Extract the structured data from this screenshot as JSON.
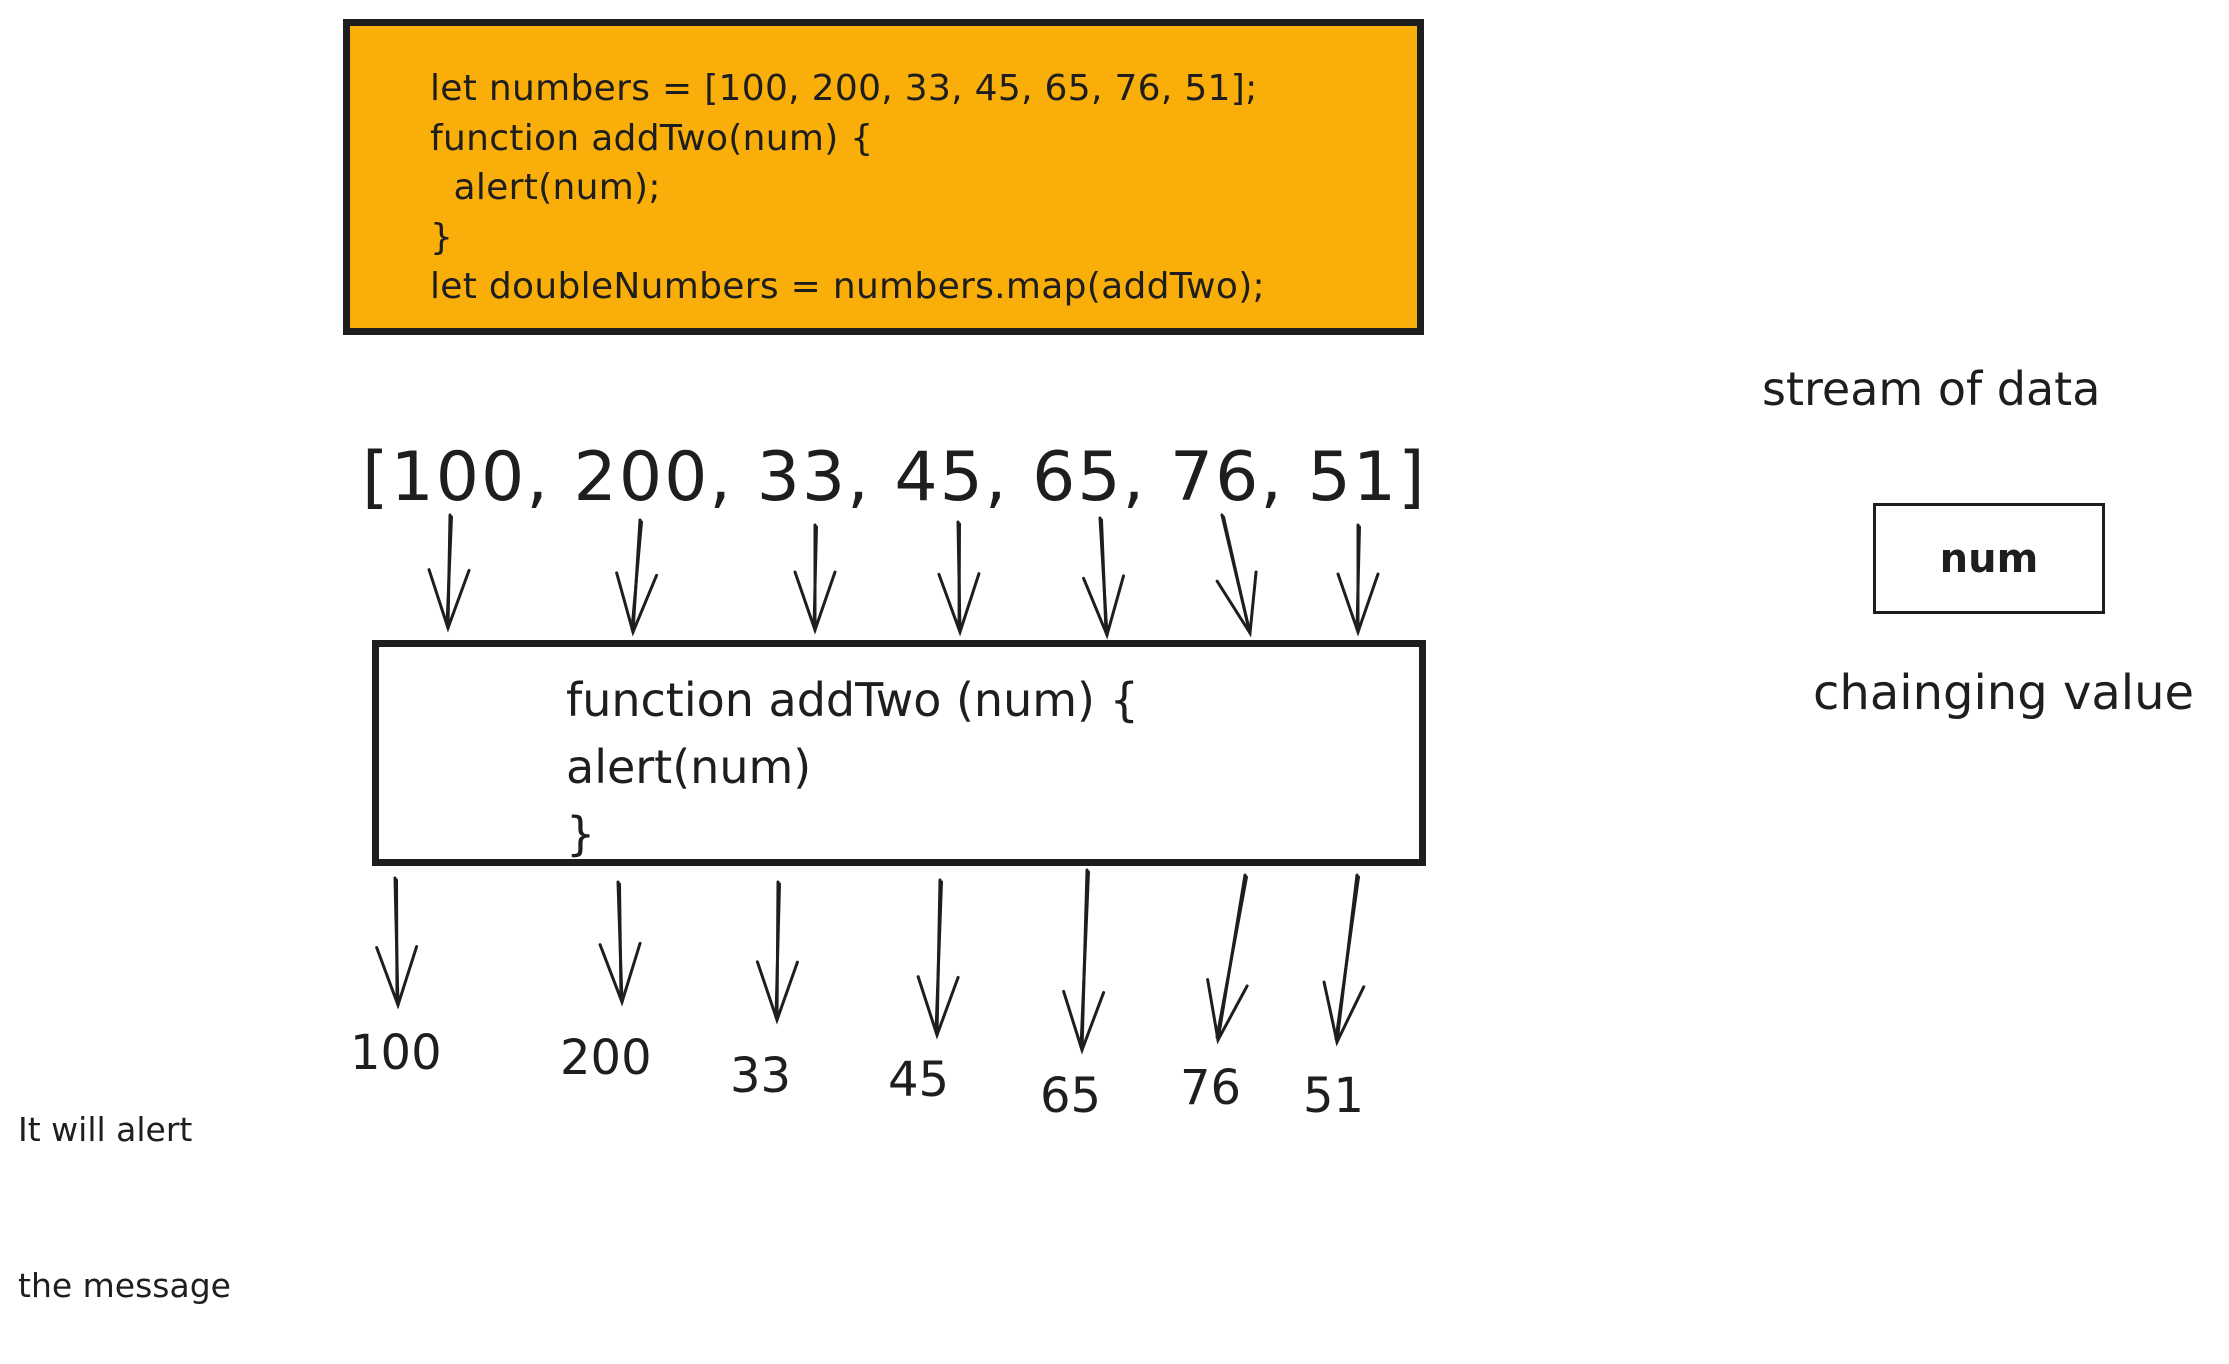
{
  "code_block": {
    "lines": [
      "let numbers = [100, 200, 33, 45, 65, 76, 51];",
      "function addTwo(num) {",
      "  alert(num);",
      "}",
      "let doubleNumbers = numbers.map(addTwo);"
    ],
    "background": "#f9ae0a"
  },
  "input_array": "[100, 200, 33, 45, 65, 76, 51]",
  "function_box": {
    "lines": [
      "function addTwo (num) {",
      "alert(num)",
      "}"
    ]
  },
  "side_panel": {
    "stream_label": "stream of data",
    "param_label": "num",
    "changing_label": "chainging value"
  },
  "alert_note": {
    "line1": "It will alert",
    "line2": "the message"
  },
  "outputs": [
    "100",
    "200",
    "33",
    "45",
    "65",
    "76",
    "51"
  ]
}
